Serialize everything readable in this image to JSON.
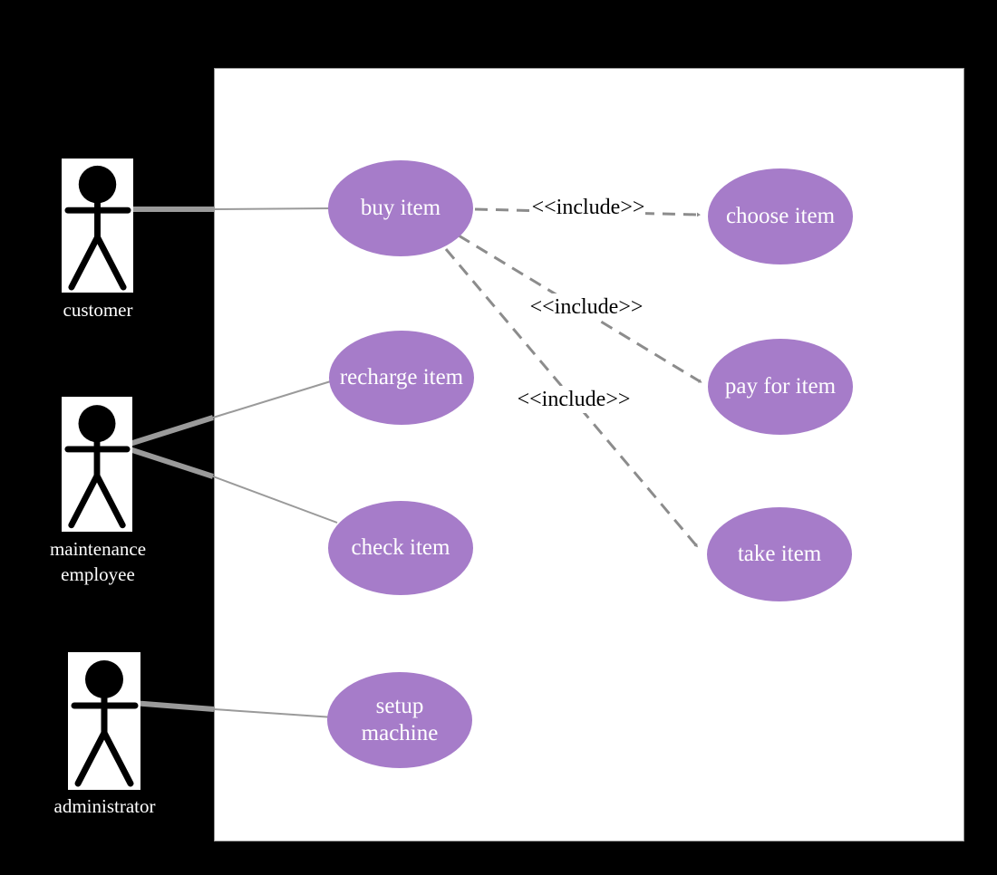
{
  "diagram_title": "",
  "actors": [
    {
      "id": "customer",
      "label": "customer"
    },
    {
      "id": "maintenance-employee",
      "label": "maintenance\nemployee"
    },
    {
      "id": "administrator",
      "label": "administrator"
    }
  ],
  "use_cases": [
    {
      "id": "buy-item",
      "label": "buy item"
    },
    {
      "id": "choose-item",
      "label": "choose item"
    },
    {
      "id": "recharge-item",
      "label": "recharge item"
    },
    {
      "id": "pay-for-item",
      "label": "pay for item"
    },
    {
      "id": "check-item",
      "label": "check item"
    },
    {
      "id": "take-item",
      "label": "take item"
    },
    {
      "id": "setup-machine",
      "label": "setup\nmachine"
    }
  ],
  "relationships": {
    "include_labels": [
      "<<include>>",
      "<<include>>",
      "<<include>>"
    ],
    "includes": [
      {
        "from": "buy item",
        "to": "choose item"
      },
      {
        "from": "buy item",
        "to": "pay for item"
      },
      {
        "from": "buy item",
        "to": "take item"
      }
    ],
    "associations": [
      {
        "from": "customer",
        "to": "buy item"
      },
      {
        "from": "maintenance employee",
        "to": "recharge item"
      },
      {
        "from": "maintenance employee",
        "to": "check item"
      },
      {
        "from": "administrator",
        "to": "setup machine"
      }
    ]
  },
  "colors": {
    "bg": "#000000",
    "boundary-fill": "#ffffff",
    "boundary-border": "#9a9a9a",
    "usecase-fill": "#a67cc9",
    "usecase-text": "#ffffff",
    "assoc-line": "#9a9a9a",
    "include-line": "#8c8c8c",
    "include-text": "#000000",
    "actor-label": "#ffffff",
    "actor-figure": "#000000",
    "actor-box": "#ffffff"
  }
}
